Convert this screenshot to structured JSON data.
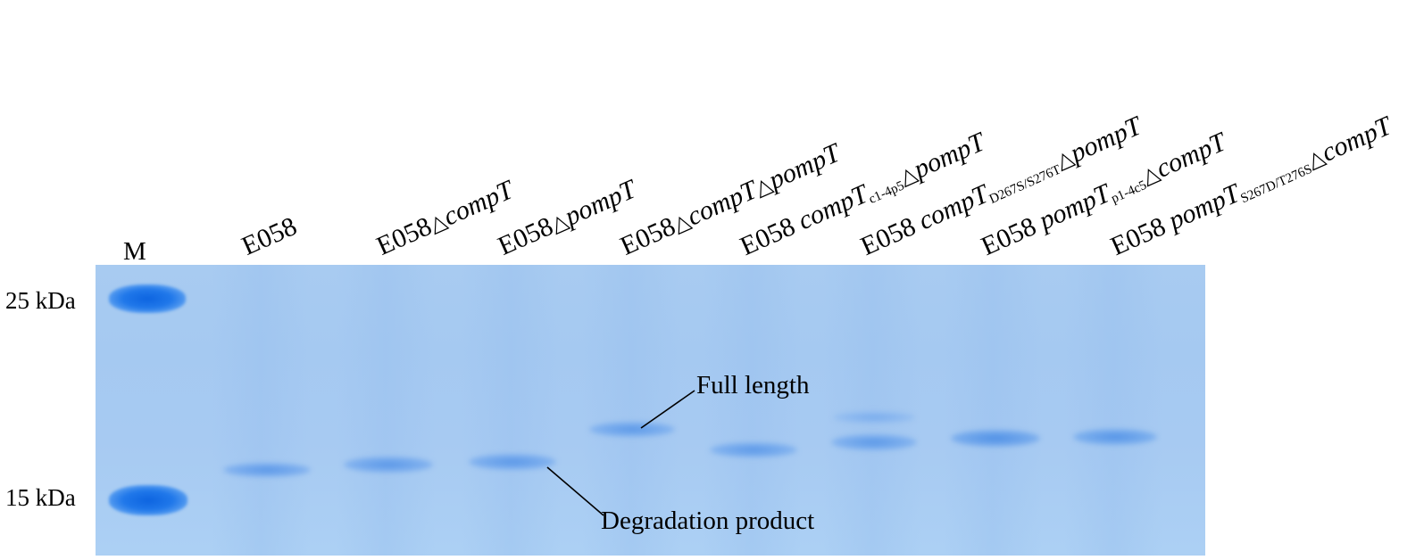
{
  "marker_label": "M",
  "mw_labels": [
    "25 kDa",
    "15 kDa"
  ],
  "lane_labels": [
    {
      "prefix": "E058",
      "delta1": "",
      "name1": "",
      "sub1": "",
      "delta2": "",
      "name2": ""
    },
    {
      "prefix": "E058",
      "delta1": "△",
      "name1": "compT",
      "sub1": "",
      "delta2": "",
      "name2": ""
    },
    {
      "prefix": "E058",
      "delta1": "△",
      "name1": "pompT",
      "sub1": "",
      "delta2": "",
      "name2": ""
    },
    {
      "prefix": "E058",
      "delta1": "△",
      "name1": "compT",
      "sub1": "",
      "delta2": "△",
      "name2": "pompT"
    },
    {
      "prefix": "E058 ",
      "delta1": "",
      "name1": "compT",
      "sub1": "c1-4p5",
      "delta2": "△",
      "name2": "pompT"
    },
    {
      "prefix": "E058 ",
      "delta1": "",
      "name1": "compT",
      "sub1": "D267S/S276T",
      "delta2": "△",
      "name2": "pompT"
    },
    {
      "prefix": "E058 ",
      "delta1": "",
      "name1": "pompT",
      "sub1": "p1-4c5",
      "delta2": "△",
      "name2": "compT"
    },
    {
      "prefix": "E058 ",
      "delta1": "",
      "name1": "pompT",
      "sub1": "S267D/T276S",
      "delta2": "△",
      "name2": "compT"
    }
  ],
  "annotations": {
    "full_length": "Full length",
    "degradation": "Degradation product"
  },
  "colors": {
    "gel_background": "#a8cbf1",
    "marker_band": "#0d64e0",
    "sample_band": "#6fa4ea"
  }
}
